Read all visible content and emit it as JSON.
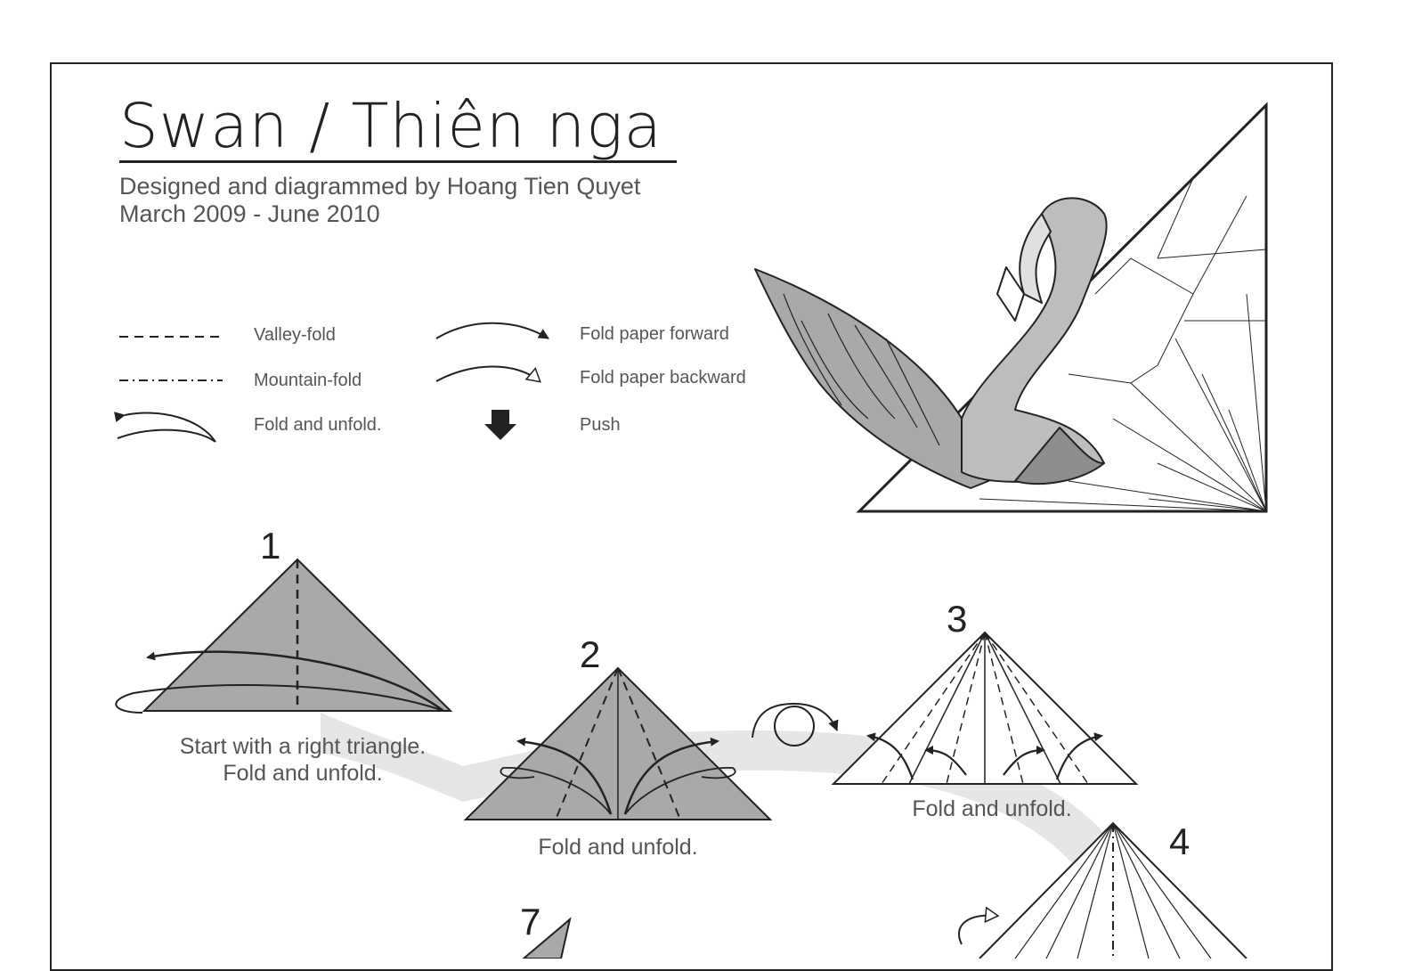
{
  "title": "Swan / Thiên nga",
  "designer": "Designed and diagrammed by Hoang Tien Quyet",
  "dates": "March 2009 - June 2010",
  "legend": {
    "valley_fold": "Valley-fold",
    "mountain_fold": "Mountain-fold",
    "fold_and_unfold": "Fold and unfold.",
    "fold_forward": "Fold paper forward",
    "fold_backward": "Fold paper backward",
    "push": "Push"
  },
  "steps": {
    "s1": {
      "number": "1",
      "caption_line1": "Start with a right triangle.",
      "caption_line2": "Fold and unfold."
    },
    "s2": {
      "number": "2",
      "caption": "Fold and unfold."
    },
    "s3": {
      "number": "3",
      "caption": "Fold and unfold."
    },
    "s4": {
      "number": "4"
    },
    "s7": {
      "number": "7"
    }
  },
  "colors": {
    "paper": "#a9a9a9",
    "paper_light": "#d0d0d0",
    "ink": "#222222",
    "flow": "#e6e6e6"
  }
}
